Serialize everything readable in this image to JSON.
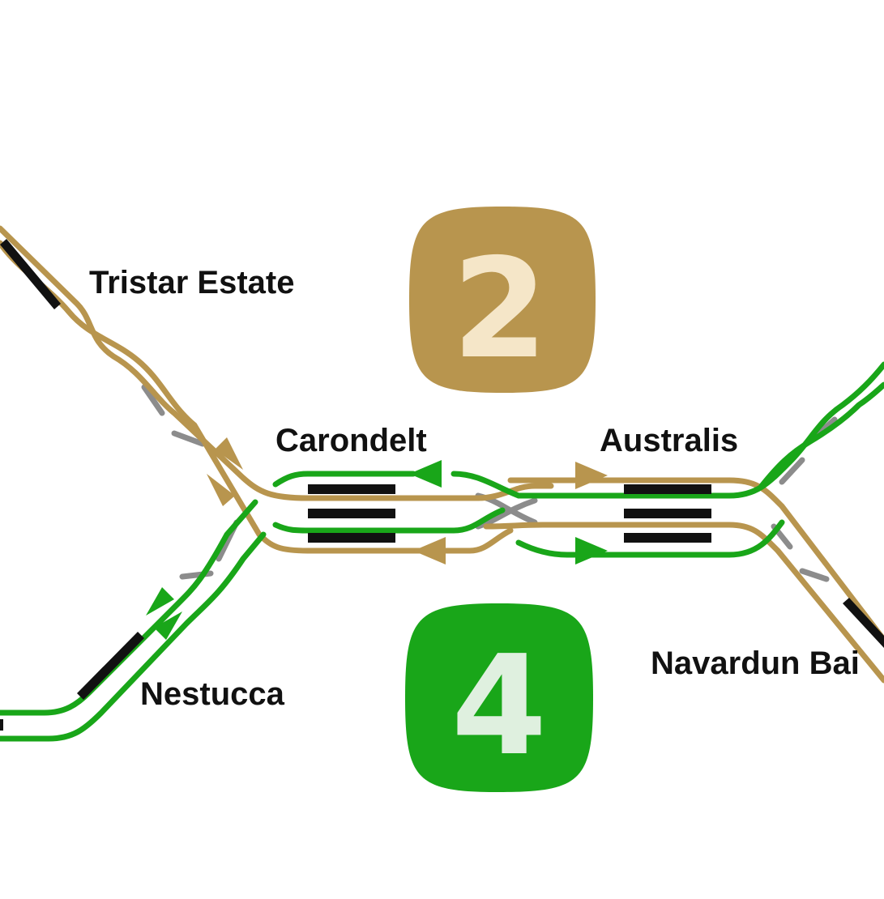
{
  "colors": {
    "route_2": "#b8954e",
    "route_4": "#19a619",
    "route_2_text": "#f5e6c8",
    "route_4_text": "#dff0df",
    "platform": "#111111",
    "crossover": "#8c8c8c",
    "background": "#ffffff"
  },
  "routes": [
    {
      "id": "route-2",
      "number": "2",
      "color": "#b8954e"
    },
    {
      "id": "route-4",
      "number": "4",
      "color": "#19a619"
    }
  ],
  "stations": {
    "tristar": "Tristar Estate",
    "carondelt": "Carondelt",
    "australis": "Australis",
    "nestucca": "Nestucca",
    "navardun": "Navardun Bai"
  }
}
